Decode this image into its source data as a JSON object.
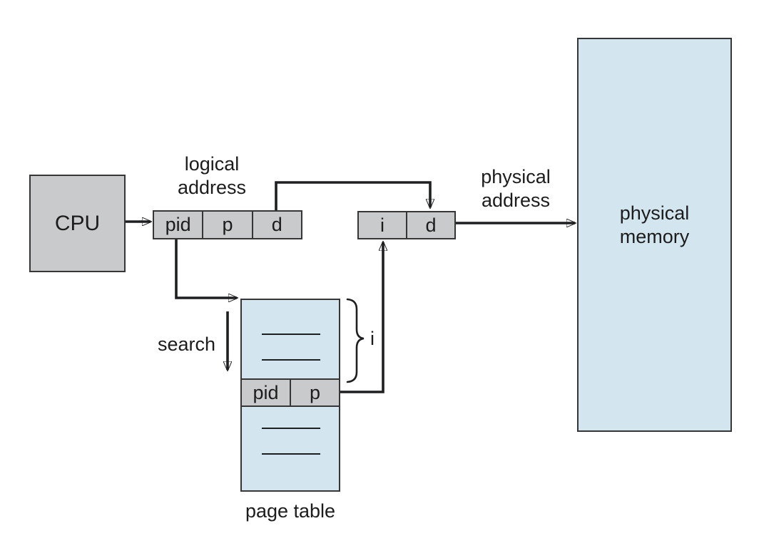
{
  "diagram": {
    "cpu": {
      "label": "CPU"
    },
    "logical_address": {
      "label_line1": "logical",
      "label_line2": "address",
      "cells": [
        "pid",
        "p",
        "d"
      ]
    },
    "frame_register": {
      "cells": [
        "i",
        "d"
      ]
    },
    "physical_address": {
      "label_line1": "physical",
      "label_line2": "address"
    },
    "physical_memory": {
      "label_line1": "physical",
      "label_line2": "memory"
    },
    "page_table": {
      "label": "page table",
      "entry_cells": [
        "pid",
        "p"
      ],
      "index_label": "i"
    },
    "search_label": "search",
    "colors": {
      "box_fill_gray": "#c9cacb",
      "box_fill_blue": "#d3e6f0",
      "border": "#363636",
      "arrow": "#1e1f21",
      "text": "#1c1c1c"
    }
  }
}
